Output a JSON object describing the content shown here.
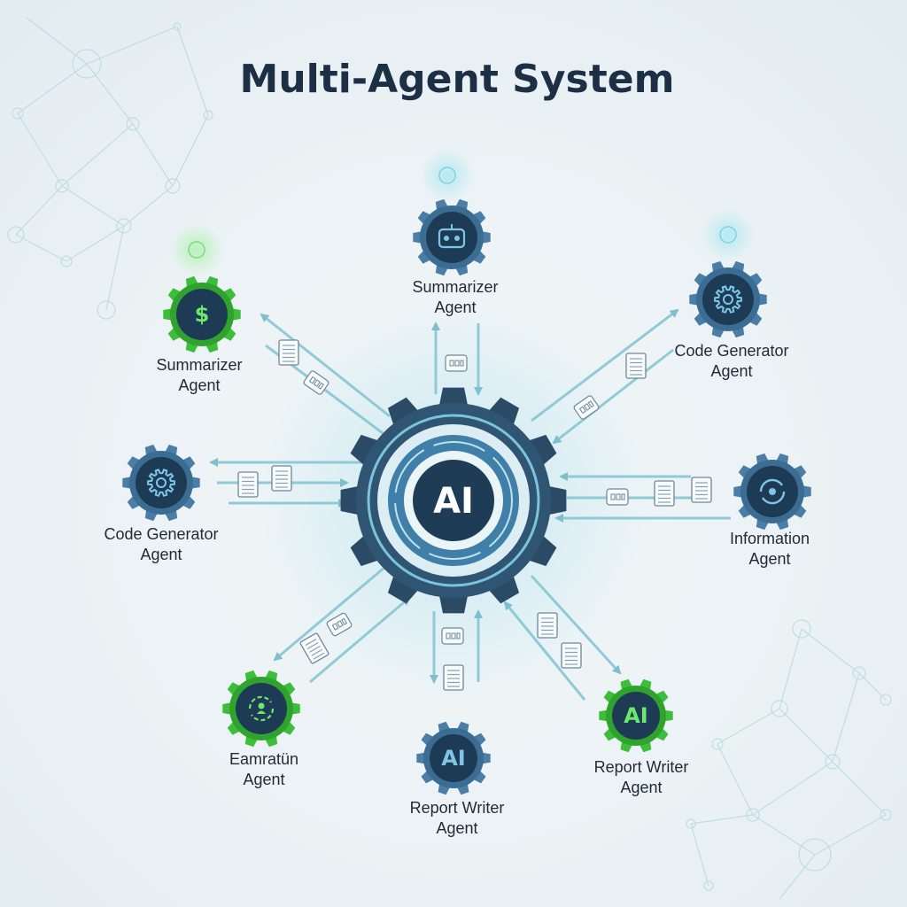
{
  "title": "Multi-Agent System",
  "hub": {
    "label": "AI"
  },
  "colors": {
    "title": "#1d2f45",
    "hub_dark": "#1e3c56",
    "hub_ring": "#3f7fa8",
    "gear_blue": "#4a7ea6",
    "gear_green": "#3dbe3a",
    "agent_core": "#1e3b55",
    "arrow": "#8fcbd6",
    "arrow_dark": "#6aaec0",
    "network": "#b9dbe0"
  },
  "agents": [
    {
      "id": "top",
      "label_lines": [
        "Summarizer",
        "Agent"
      ],
      "style": "blue",
      "icon": "robot-icon",
      "glyph": ""
    },
    {
      "id": "top-left",
      "label_lines": [
        "Summarizer",
        "Agent"
      ],
      "style": "green",
      "icon": "dollar-coin-icon",
      "glyph": "$"
    },
    {
      "id": "top-right",
      "label_lines": [
        "Code Generator",
        "Agent"
      ],
      "style": "blue",
      "icon": "gear-icon",
      "glyph": ""
    },
    {
      "id": "left",
      "label_lines": [
        "Code Generator",
        "Agent"
      ],
      "style": "blue",
      "icon": "gear-icon",
      "glyph": ""
    },
    {
      "id": "right",
      "label_lines": [
        "Information",
        "Agent"
      ],
      "style": "blue",
      "icon": "refresh-cycle-icon",
      "glyph": ""
    },
    {
      "id": "bottom-left",
      "label_lines": [
        "Eamratün",
        "Agent"
      ],
      "style": "green",
      "icon": "person-cycle-icon",
      "glyph": ""
    },
    {
      "id": "bottom",
      "label_lines": [
        "Report Writer",
        "Agent"
      ],
      "style": "blue",
      "icon": "ai-badge-icon",
      "glyph": "AI"
    },
    {
      "id": "bottom-right",
      "label_lines": [
        "Report Writer",
        "Agent"
      ],
      "style": "green",
      "icon": "ai-badge-icon",
      "glyph": "AI"
    }
  ]
}
